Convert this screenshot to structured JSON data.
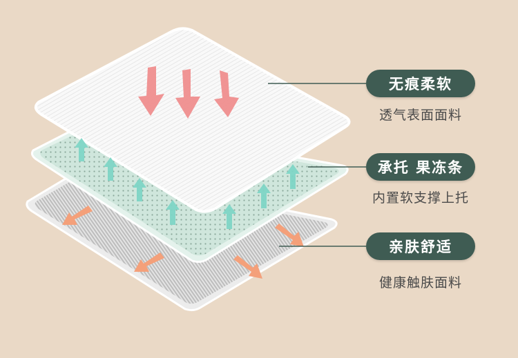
{
  "layers": [
    {
      "title": "无痕柔软",
      "subtitle": "透气表面面料"
    },
    {
      "title": "承托 果冻条",
      "subtitle": "内置软支撑上托"
    },
    {
      "title": "亲肤舒适",
      "subtitle": "健康触肤面料"
    }
  ],
  "colors": {
    "background": "#ead9c6",
    "pill": "#3f5c53",
    "arrow_down": "#f08a8a",
    "arrow_up": "#7fd6c6",
    "arrow_side": "#f4a07a",
    "top_layer": "#f7f7f7",
    "middle_layer": "#cfe6dc",
    "bottom_layer": "#d6d6d6"
  }
}
